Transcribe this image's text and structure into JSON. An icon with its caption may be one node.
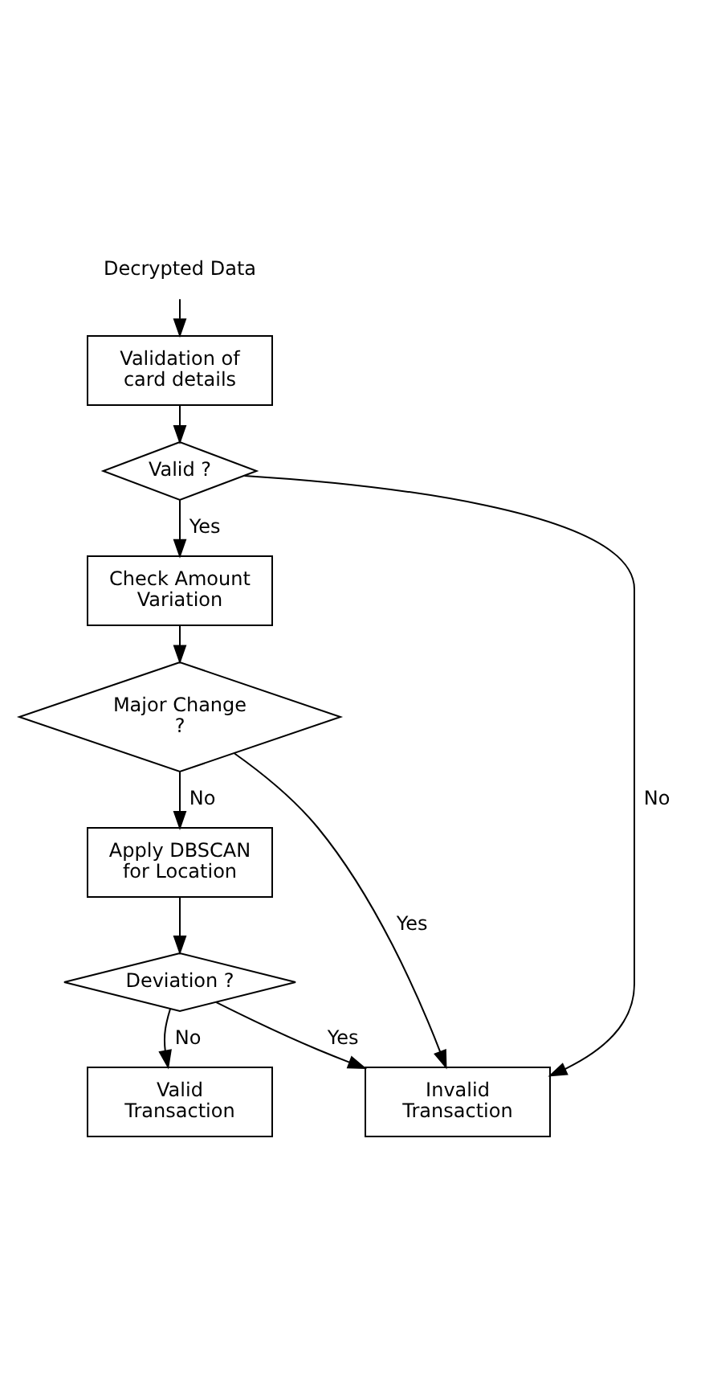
{
  "diagram": {
    "nodes": [
      {
        "text": [
          "Decrypted Data"
        ]
      },
      {
        "text": [
          "Validation of card details"
        ]
      },
      {
        "text": [
          "Valid ?"
        ]
      },
      {
        "text": [
          "Check Amount Variation"
        ]
      },
      {
        "text": [
          "Major Change ?"
        ]
      },
      {
        "text": [
          "Apply DBSCAN for Location"
        ]
      },
      {
        "text": [
          "Deviation ?"
        ]
      },
      {
        "text": [
          "Valid Transaction"
        ]
      },
      {
        "text": [
          "Invalid Transaction"
        ]
      }
    ],
    "edges": [
      {
        "from": 0,
        "to": 1,
        "arrow": "to"
      },
      {
        "from": 1,
        "to": 2,
        "arrow": "to"
      },
      {
        "from": 2,
        "to": 3,
        "arrow": "to",
        "label": "Yes"
      },
      {
        "from": 2,
        "to": 8,
        "arrow": "to",
        "label": "No"
      },
      {
        "from": 3,
        "to": 4,
        "arrow": "to"
      },
      {
        "from": 4,
        "to": 5,
        "arrow": "to",
        "label": "No"
      },
      {
        "from": 4,
        "to": 8,
        "arrow": "to",
        "label": "Yes"
      },
      {
        "from": 5,
        "to": 6,
        "arrow": "to"
      },
      {
        "from": 6,
        "to": 7,
        "arrow": "to",
        "label": "No"
      },
      {
        "from": 6,
        "to": 8,
        "arrow": "to",
        "label": "Yes"
      }
    ]
  }
}
